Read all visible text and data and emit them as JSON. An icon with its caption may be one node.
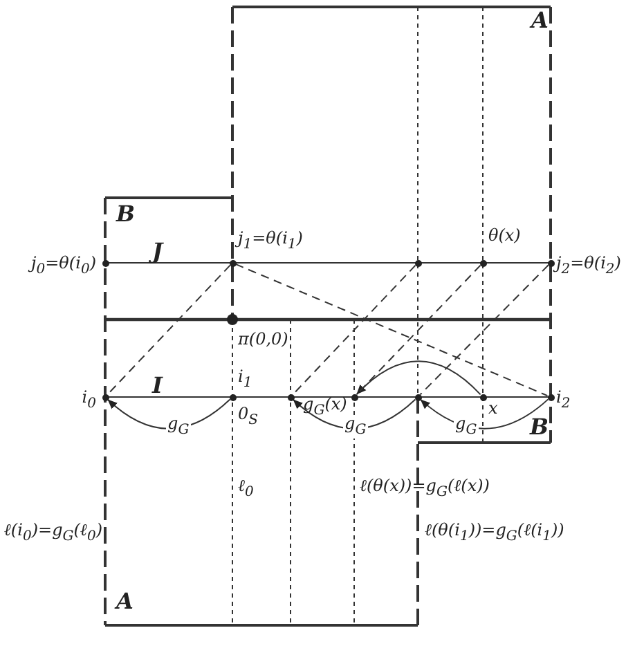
{
  "diagram": {
    "nodes": [
      {
        "text": [
          "j$_{0}$=θ(i$_{0}$)"
        ]
      },
      {
        "text": [
          "j$_{1}$=θ(i$_{1}$)"
        ]
      },
      {
        "text": [],
        "shape": "circle"
      },
      {
        "text": [
          "θ(x)"
        ]
      },
      {
        "text": [
          "j$_{2}$=θ(i$_{2}$)"
        ]
      },
      {
        "text": [
          "π(0,0)"
        ]
      },
      {
        "text": [
          "i$_{0}$"
        ]
      },
      {
        "text": [
          "i$_{1}$",
          "0$_{S}$"
        ]
      },
      {
        "text": [],
        "shape": "circle"
      },
      {
        "text": [
          "g$_{G}$(x)"
        ]
      },
      {
        "text": [],
        "shape": "circle"
      },
      {
        "text": [
          "x"
        ]
      },
      {
        "text": [
          "i$_{2}$"
        ]
      }
    ],
    "edges": [
      {
        "from": 7,
        "to": 6,
        "arrow": "to",
        "label": "g$_{G}$"
      },
      {
        "from": 10,
        "to": 8,
        "arrow": "to",
        "label": "g$_{G}$"
      },
      {
        "from": 12,
        "to": 10,
        "arrow": "to",
        "label": "g$_{G}$"
      },
      {
        "from": 11,
        "to": 9,
        "arrow": "to"
      },
      {
        "from": 1,
        "to": 6,
        "arrow": "none",
        "style": "dashed"
      },
      {
        "from": 2,
        "to": 8,
        "arrow": "none",
        "style": "dashed"
      },
      {
        "from": 3,
        "to": 9,
        "arrow": "none",
        "style": "dashed"
      },
      {
        "from": 4,
        "to": 10,
        "arrow": "none",
        "style": "dashed"
      },
      {
        "from": 1,
        "to": 12,
        "arrow": "none",
        "style": "dashed"
      }
    ],
    "labels": [
      "A",
      "B",
      "J",
      "I",
      "B",
      "ℓ$_{0}$",
      "ℓ(θ(x))=g$_{G}$(ℓ(x))",
      "ℓ(i$_{0}$)=g$_{G}$(ℓ$_{0}$)",
      "ℓ(θ(i$_{1}$))=g$_{G}$(ℓ(i$_{1}$))",
      "A"
    ]
  }
}
